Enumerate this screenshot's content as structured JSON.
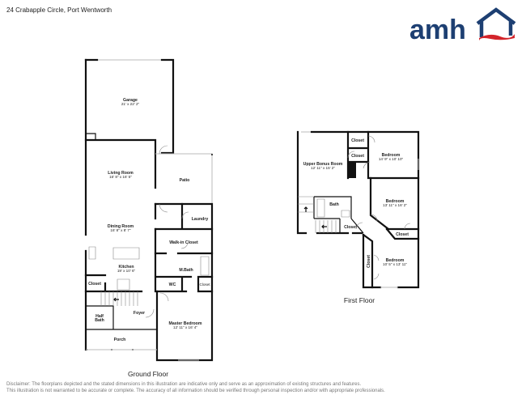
{
  "header": {
    "title": "24 Crabapple Circle, Port Wentworth"
  },
  "logo": {
    "text": "amh",
    "colors": {
      "navy": "#1d3f72",
      "red": "#d3242b"
    }
  },
  "ground_floor": {
    "label": "Ground Floor",
    "rooms": {
      "garage": {
        "name": "Garage",
        "dims": "21' x 22' 2\""
      },
      "living": {
        "name": "Living Room",
        "dims": "16' 8\" x 16' 5\""
      },
      "patio": {
        "name": "Patio"
      },
      "laundry": {
        "name": "Laundry"
      },
      "dining": {
        "name": "Dining Room",
        "dims": "16' 8\" x 8' 7\""
      },
      "walkin": {
        "name": "Walk-in Closet"
      },
      "mbath": {
        "name": "M.Bath"
      },
      "kitchen": {
        "name": "Kitchen",
        "dims": "19' x 10' 6\""
      },
      "closet": {
        "name": "Closet"
      },
      "wc": {
        "name": "WC"
      },
      "closet2": {
        "name": "Closet"
      },
      "foyer": {
        "name": "Foyer"
      },
      "halfbath": {
        "name": "Half Bath",
        "line1": "Half",
        "line2": "Bath"
      },
      "master": {
        "name": "Master Bedroom",
        "dims": "12' 11\" x 16' 4\""
      },
      "porch": {
        "name": "Porch"
      }
    }
  },
  "first_floor": {
    "label": "First Floor",
    "rooms": {
      "closet_a": {
        "name": "Closet"
      },
      "closet_b": {
        "name": "Closet"
      },
      "bonus": {
        "name": "Upper Bonus Room",
        "dims": "12' 11\" x 15' 2\""
      },
      "bed1": {
        "name": "Bedroom",
        "dims": "14' 9\" x 10' 10\""
      },
      "bed2": {
        "name": "Bedroom",
        "dims": "13' 11\" x 16' 2\""
      },
      "bath": {
        "name": "Bath"
      },
      "closet_c": {
        "name": "Closet"
      },
      "closet_d": {
        "name": "Closet"
      },
      "closet_e": {
        "name": "Closet"
      },
      "bed3": {
        "name": "Bedroom",
        "dims": "10' 5\" x 13' 11\""
      }
    }
  },
  "disclaimer": {
    "line1": "Disclaimer: The floorplans depicted and the stated dimensions in this illustration are indicative only and serve as an approximation of existing structures and features.",
    "line2": "This illustration is not warranted to be accurate or complete. The accuracy of all information should be verified through personal inspection and/or with appropriate professionals."
  }
}
